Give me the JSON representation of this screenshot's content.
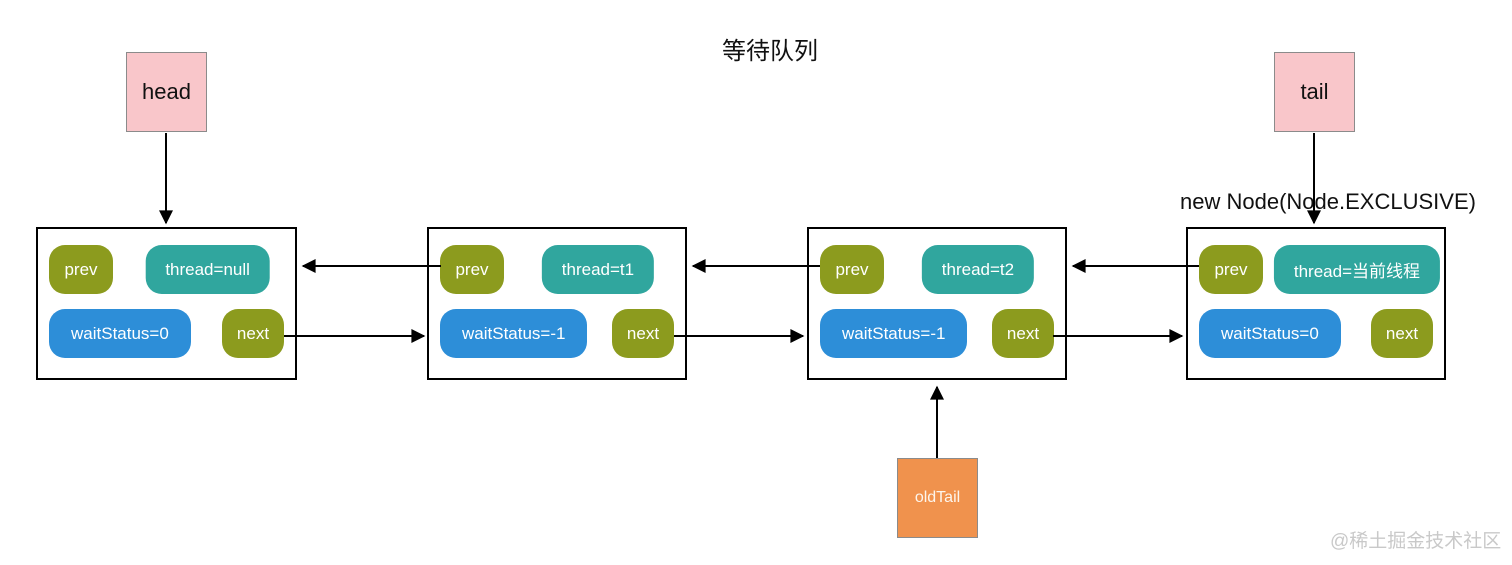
{
  "title": "等待队列",
  "pointers": {
    "head_label": "head",
    "tail_label": "tail",
    "oldtail_label": "oldTail",
    "new_node_annotation": "new Node(Node.EXCLUSIVE)"
  },
  "nodes": [
    {
      "prev": "prev",
      "thread": "thread=null",
      "wait_status": "waitStatus=0",
      "next": "next"
    },
    {
      "prev": "prev",
      "thread": "thread=t1",
      "wait_status": "waitStatus=-1",
      "next": "next"
    },
    {
      "prev": "prev",
      "thread": "thread=t2",
      "wait_status": "waitStatus=-1",
      "next": "next"
    },
    {
      "prev": "prev",
      "thread": "thread=当前线程",
      "wait_status": "waitStatus=0",
      "next": "next"
    }
  ],
  "watermark": "@稀土掘金技术社区",
  "colors": {
    "badge_olive": "#8C9B1E",
    "badge_teal": "#30A69E",
    "badge_blue": "#2D8ED8",
    "pointer_pink": "#F9C6CA",
    "oldtail_orange": "#F0924D"
  }
}
